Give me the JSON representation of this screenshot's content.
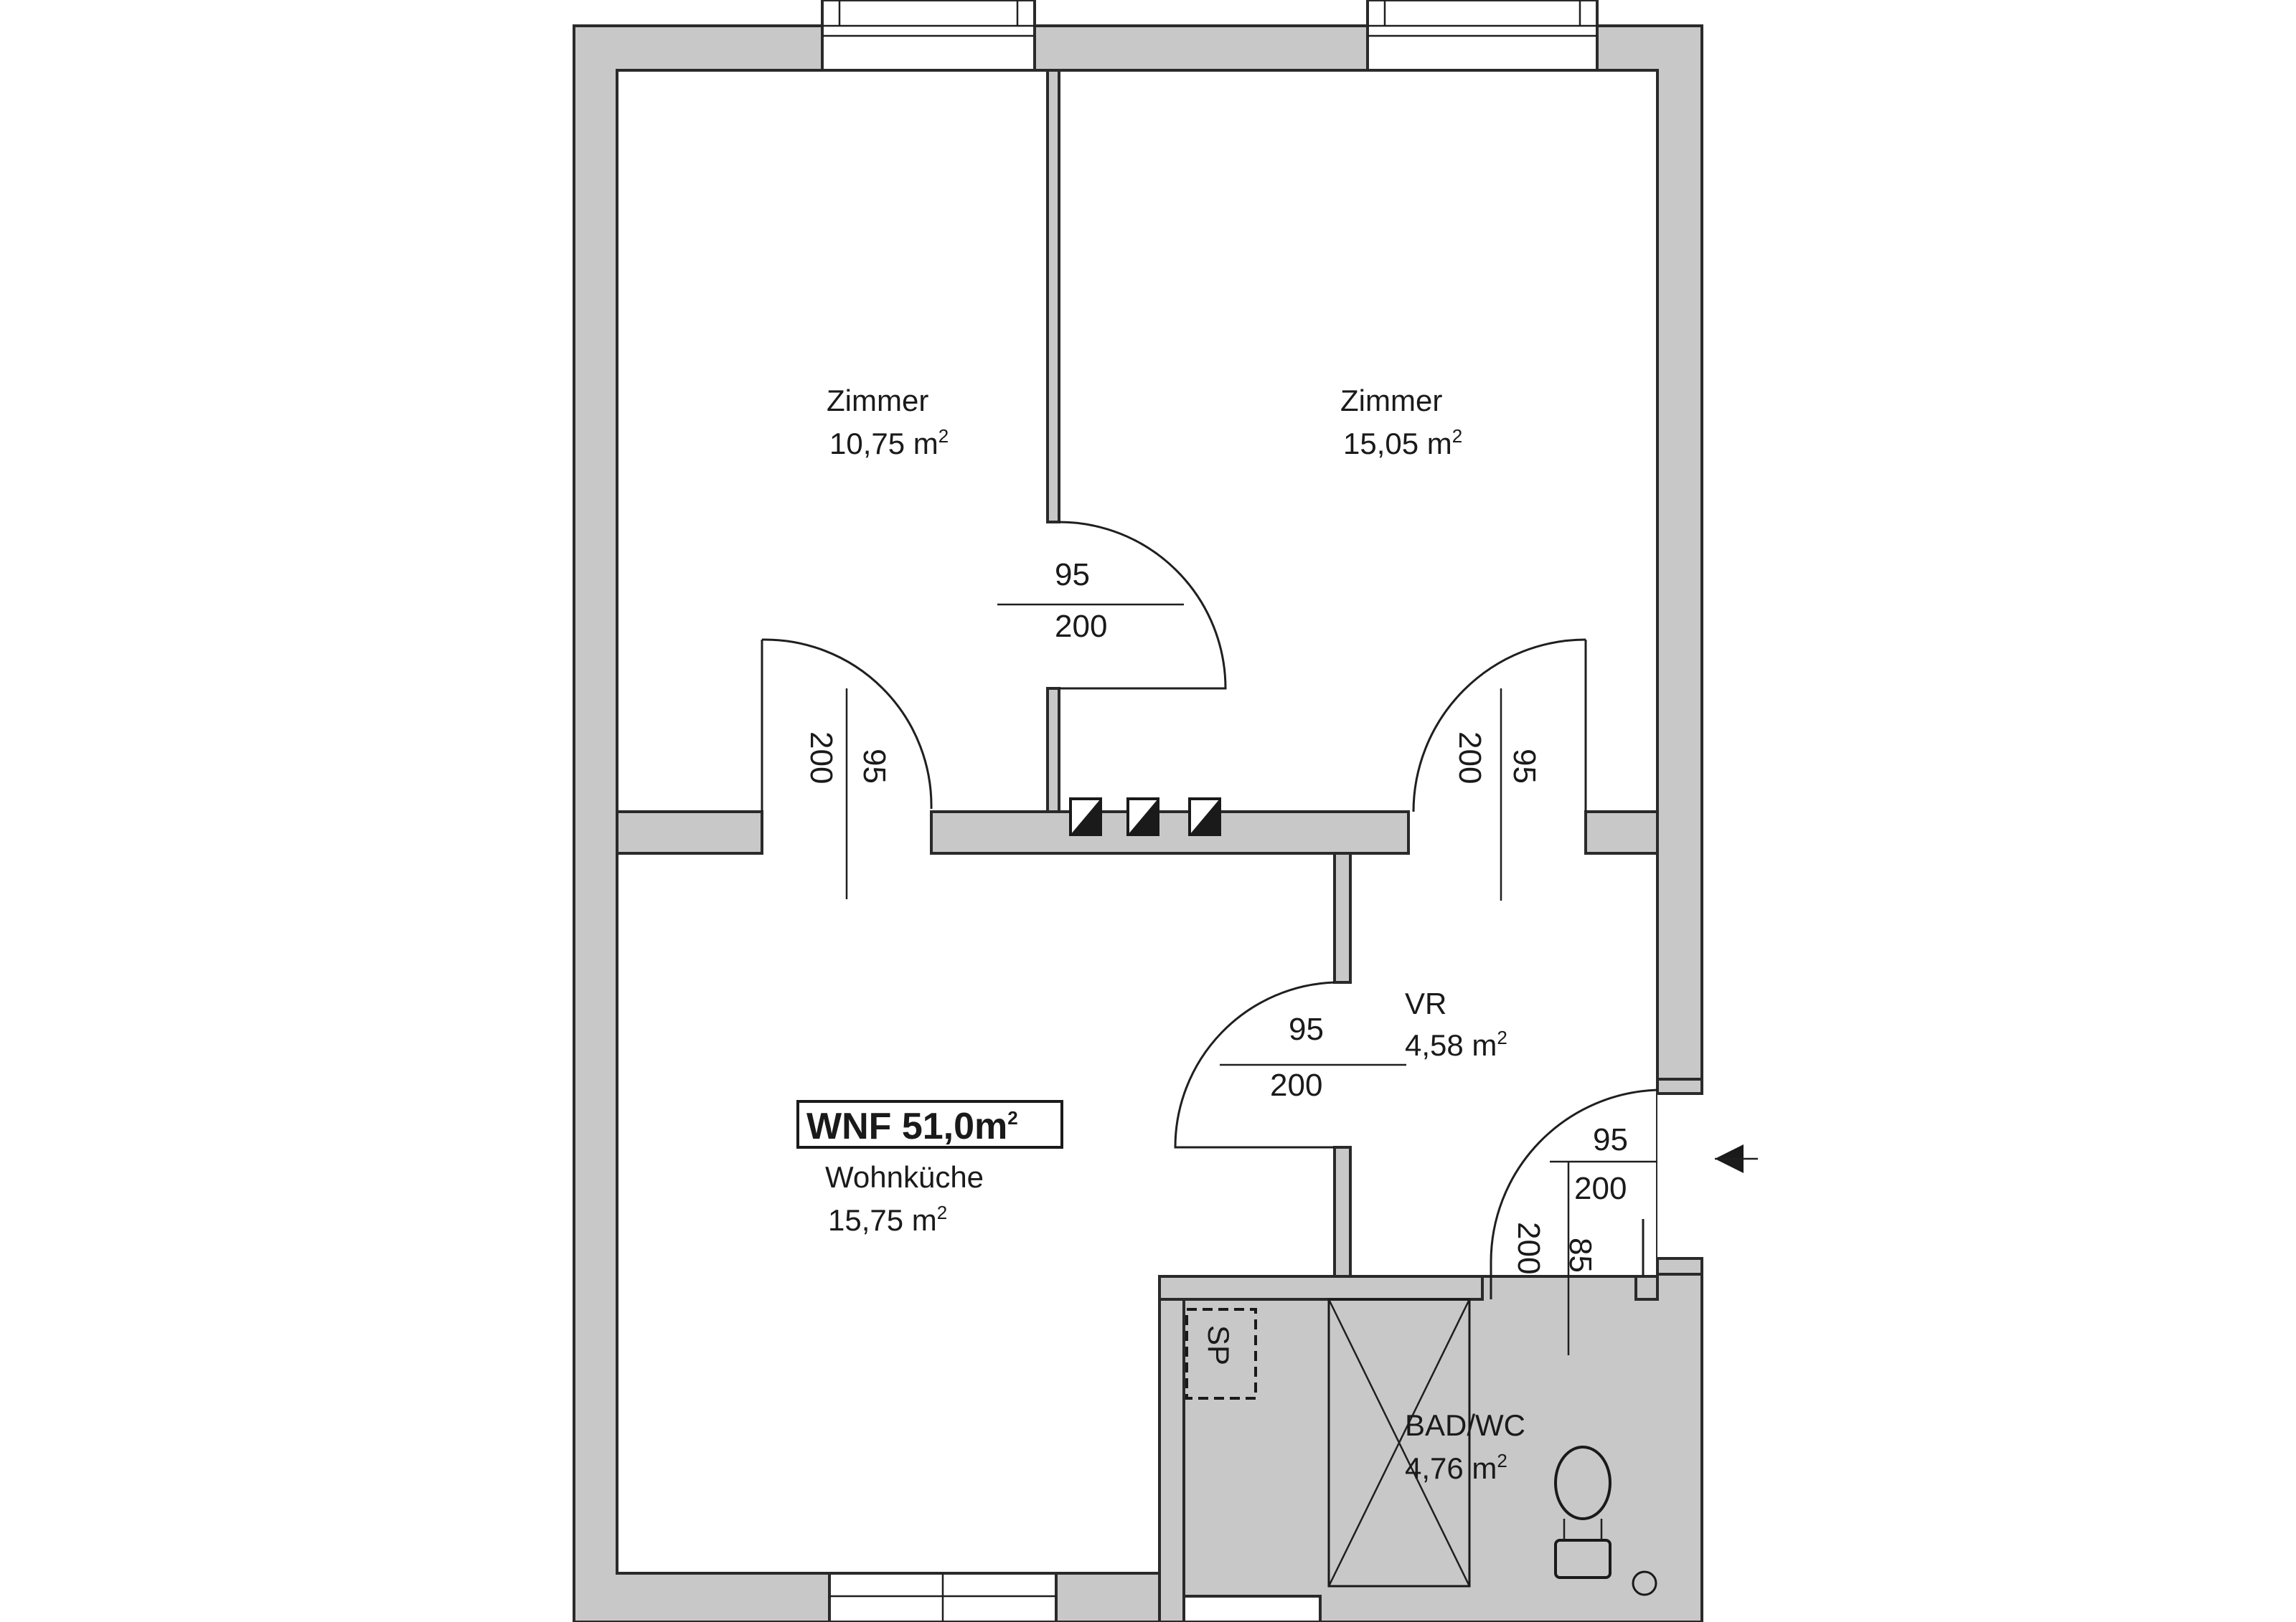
{
  "rooms": [
    {
      "name": "Zimmer",
      "area": "10,75 m",
      "unit_sup": "2"
    },
    {
      "name": "Zimmer",
      "area": "15,05 m",
      "unit_sup": "2"
    },
    {
      "name": "VR",
      "area": "4,58 m",
      "unit_sup": "2"
    },
    {
      "name": "Wohnküche",
      "area": "15,75 m",
      "unit_sup": "2"
    },
    {
      "name": "BAD/WC",
      "area": "4,76 m",
      "unit_sup": "2"
    }
  ],
  "wnf": {
    "label": "WNF 51,0m",
    "sup": "2"
  },
  "doors": [
    {
      "width": "95",
      "height": "200"
    },
    {
      "width": "95",
      "height": "200"
    },
    {
      "width": "95",
      "height": "200"
    },
    {
      "width": "95",
      "height": "200"
    },
    {
      "width": "95",
      "height": "200"
    },
    {
      "width": "85",
      "height": "200"
    }
  ],
  "storage_label": "SP",
  "colors": {
    "wall_fill": "#c8c8c8",
    "line": "#1f1f1f",
    "background": "#ffffff"
  }
}
